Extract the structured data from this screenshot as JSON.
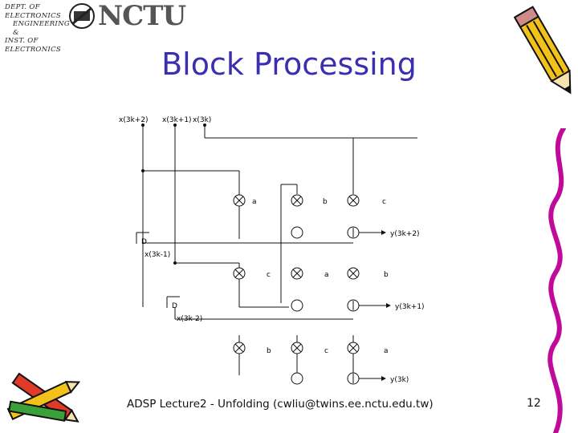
{
  "slide": {
    "title": "Block Processing",
    "footer": "ADSP Lecture2 - Unfolding   (cwliu@twins.ee.nctu.edu.tw)",
    "page_number": "12"
  },
  "logo": {
    "line1": "DEPT. OF ELECTRONICS",
    "line2": "ENGINEERING &",
    "line3": "INST. OF ELECTRONICS",
    "brand": "NCTU"
  },
  "diagram": {
    "inputs": [
      "x(3k+2)",
      "x(3k+1)",
      "x(3k)"
    ],
    "delay_labels": [
      "D",
      "D"
    ],
    "delayed_signals": [
      "x(3k-1)",
      "x(3k-2)"
    ],
    "coefficients": {
      "row1": [
        "a",
        "b",
        "c"
      ],
      "row2": [
        "c",
        "a",
        "b"
      ],
      "row3": [
        "b",
        "c",
        "a"
      ]
    },
    "outputs": [
      "y(3k+2)",
      "y(3k+1)",
      "y(3k)"
    ]
  },
  "colors": {
    "title": "#3b2fb0",
    "pencil": "#f2c21b",
    "squiggle": "#c00a9a"
  }
}
